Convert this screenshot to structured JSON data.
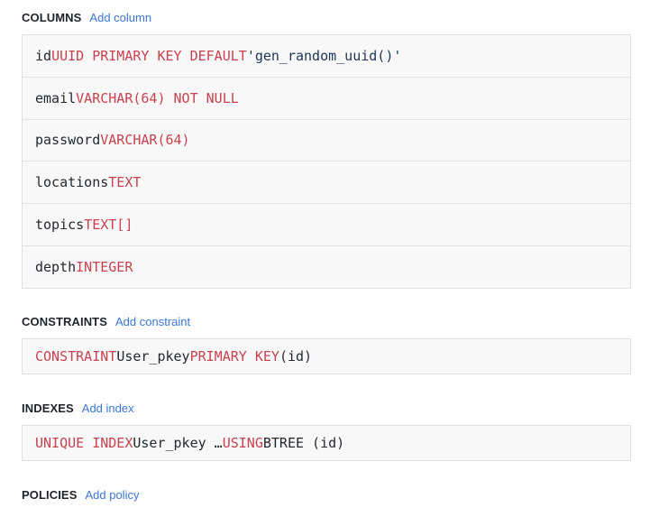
{
  "colors": {
    "keyword": "#c9424f",
    "identifier": "#24292f",
    "string": "#1d3557",
    "link": "#3b76d6",
    "box_bg": "#f8f8f8",
    "border": "#e2e2e2"
  },
  "columns": {
    "title": "COLUMNS",
    "add_label": "Add column",
    "rows": [
      {
        "name": "id",
        "type": "UUID PRIMARY KEY DEFAULT",
        "extra": "'gen_random_uuid()'"
      },
      {
        "name": "email",
        "type": "VARCHAR(64) NOT NULL",
        "extra": ""
      },
      {
        "name": "password",
        "type": "VARCHAR(64)",
        "extra": ""
      },
      {
        "name": "locations",
        "type": "TEXT",
        "extra": ""
      },
      {
        "name": "topics",
        "type": "TEXT[]",
        "extra": ""
      },
      {
        "name": "depth",
        "type": "INTEGER",
        "extra": ""
      }
    ]
  },
  "constraints": {
    "title": "CONSTRAINTS",
    "add_label": "Add constraint",
    "items": [
      {
        "kw1": "CONSTRAINT",
        "name": "User_pkey",
        "kw2": "PRIMARY KEY",
        "target": "(id)"
      }
    ]
  },
  "indexes": {
    "title": "INDEXES",
    "add_label": "Add index",
    "items": [
      {
        "kw1": "UNIQUE INDEX",
        "name": "User_pkey …",
        "kw2": "USING",
        "target": "BTREE (id)"
      }
    ]
  },
  "policies": {
    "title": "POLICIES",
    "add_label": "Add policy"
  }
}
